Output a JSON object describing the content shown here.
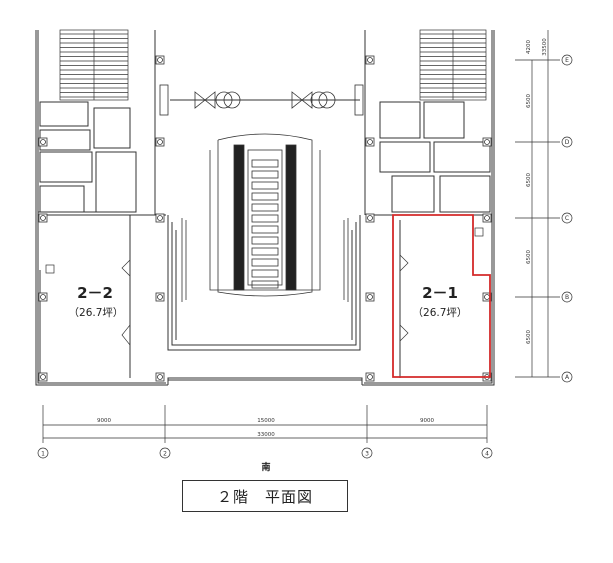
{
  "plan": {
    "units": [
      {
        "id": "unit-2-1",
        "name": "2－1",
        "area": "（26.7坪）",
        "highlighted": true
      },
      {
        "id": "unit-2-2",
        "name": "2－2",
        "area": "（26.7坪）",
        "highlighted": false
      }
    ],
    "orientation_label": "南",
    "horizontal_dims": [
      "9000",
      "15000",
      "9000"
    ],
    "total_width": "33000",
    "column_labels": [
      "①",
      "②",
      "③",
      "④"
    ],
    "row_labels": [
      "Ⓔ",
      "Ⓓ",
      "Ⓒ",
      "Ⓑ",
      "Ⓐ"
    ],
    "vertical_dims": [
      "4200",
      "6500",
      "6500",
      "6500",
      "6500"
    ],
    "vertical_total": "33500",
    "title": "２階　平面図"
  },
  "colors": {
    "highlight": "#d42a2a",
    "line": "#333333"
  }
}
